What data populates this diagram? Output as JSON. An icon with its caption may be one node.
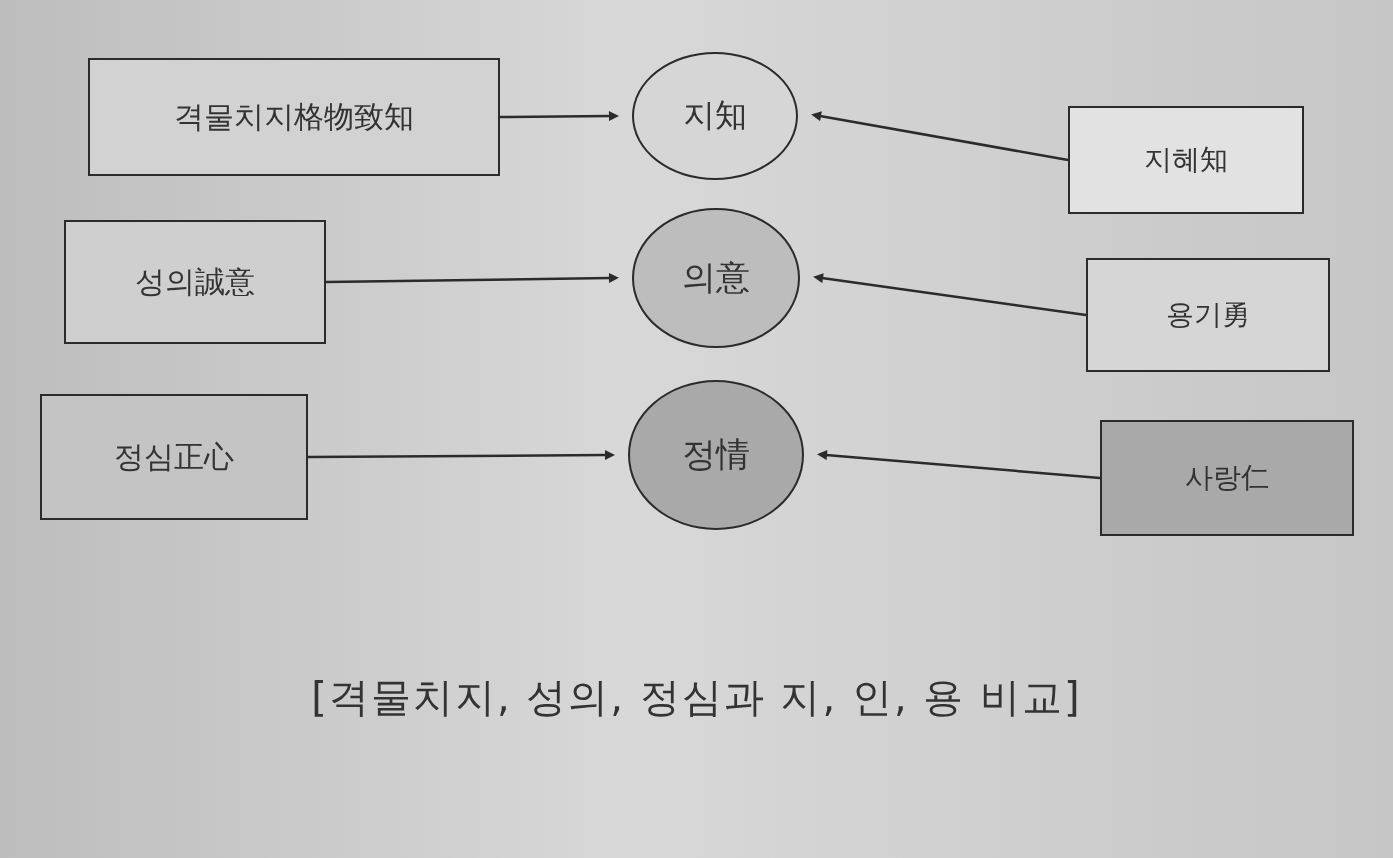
{
  "diagram": {
    "caption": "[격물치지, 성의, 정심과 지, 인, 용 비교]",
    "nodes": [
      {
        "text": [
          "격물치지格物致知"
        ]
      },
      {
        "text": [
          "지知"
        ]
      },
      {
        "text": [
          "지혜知"
        ]
      },
      {
        "text": [
          "성의誠意"
        ]
      },
      {
        "text": [
          "의意"
        ]
      },
      {
        "text": [
          "용기勇"
        ]
      },
      {
        "text": [
          "정심正心"
        ]
      },
      {
        "text": [
          "정情"
        ]
      },
      {
        "text": [
          "사랑仁"
        ]
      }
    ],
    "edges": [
      {
        "from": 0,
        "to": 1,
        "arrow": "to"
      },
      {
        "from": 2,
        "to": 1,
        "arrow": "to"
      },
      {
        "from": 3,
        "to": 4,
        "arrow": "to"
      },
      {
        "from": 5,
        "to": 4,
        "arrow": "to"
      },
      {
        "from": 6,
        "to": 7,
        "arrow": "to"
      },
      {
        "from": 8,
        "to": 7,
        "arrow": "to"
      }
    ]
  }
}
